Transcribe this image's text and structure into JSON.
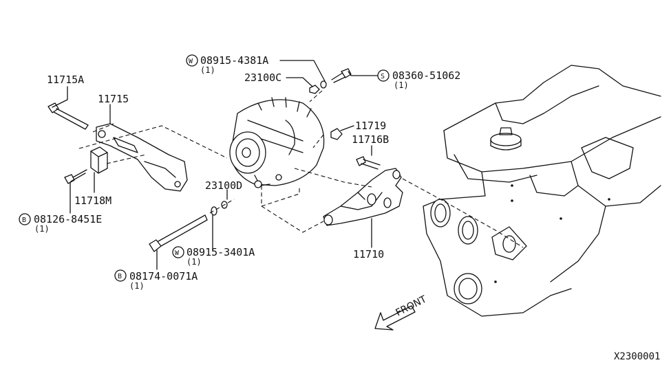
{
  "parts": {
    "p11715A": "11715A",
    "p11715": "11715",
    "p11718M": "11718M",
    "p08126": {
      "prefix": "B",
      "number": "08126-8451E",
      "qty": "(1)"
    },
    "p08174": {
      "prefix": "B",
      "number": "08174-0071A",
      "qty": "(1)"
    },
    "p08915_3401": {
      "prefix": "W",
      "number": "08915-3401A",
      "qty": "(1)"
    },
    "p08915_4381": {
      "prefix": "W",
      "number": "08915-4381A",
      "qty": "(1)"
    },
    "p23100C": "23100C",
    "p23100D": "23100D",
    "p08360": {
      "prefix": "S",
      "number": "08360-51062",
      "qty": "(1)"
    },
    "p11719": "11719",
    "p11716B": "11716B",
    "p11710": "11710"
  },
  "direction_label": "FRONT",
  "diagram_code": "X2300001"
}
